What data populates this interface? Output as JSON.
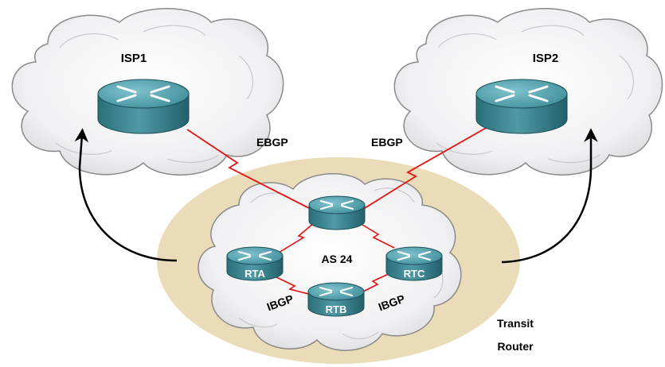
{
  "diagram": {
    "isp1": {
      "label": "ISP1"
    },
    "isp2": {
      "label": "ISP2"
    },
    "ebgp_left": "EBGP",
    "ebgp_right": "EBGP",
    "as_label": "AS 24",
    "routers": {
      "rta": "RTA",
      "rtb": "RTB",
      "rtc": "RTC"
    },
    "ibgp_left": "IBGP",
    "ibgp_right": "IBGP",
    "transit": {
      "line1": "Transit",
      "line2": "Router"
    }
  },
  "colors": {
    "cloud_fill": "#f1f1f3",
    "cloud_stroke": "#8a8a8a",
    "as_ellipse": "#eadcb8",
    "router_teal": "#3f8e9a",
    "link_red": "#e81010",
    "arrow": "#000000"
  }
}
